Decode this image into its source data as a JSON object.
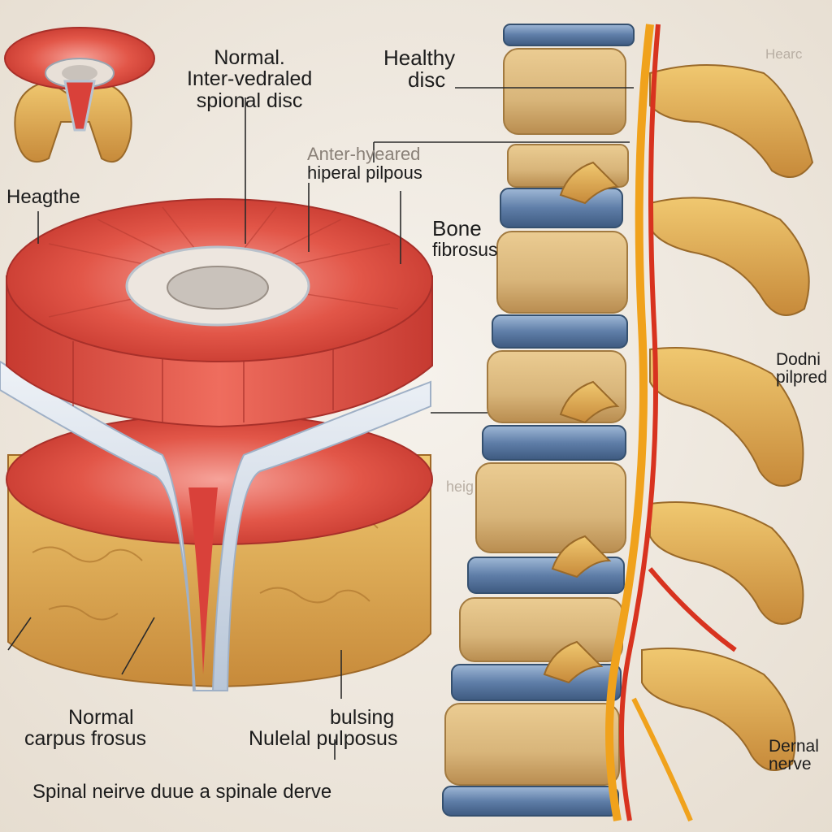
{
  "labels": {
    "top_title": [
      "Normal.",
      "Inter-vedraled",
      "spional disc"
    ],
    "healthy_disc": [
      "Healthy",
      "disc"
    ],
    "anter_hyeared": [
      "Anter-hyeared",
      "hiperal pilpous"
    ],
    "heagthe": "Heagthe",
    "bone_fibrosus": [
      "Bone",
      "fibrosus"
    ],
    "hearc": "Hearc",
    "dodni": [
      "Dodni",
      "pilpred"
    ],
    "heig": "heig",
    "normal_carpus": [
      "Normal",
      "carpus frosus"
    ],
    "bulging": [
      "bulsing",
      "Nulelal pulposus"
    ],
    "dernal_nerve": [
      "Dernal",
      "nerve"
    ],
    "spinal_nerve": "Spinal neirve duue a spinale derve"
  },
  "colors": {
    "background": "#efe9df",
    "annulus_red": "#d9413a",
    "annulus_light": "#f07a68",
    "nucleus": "#c9c2bb",
    "bone": "#d8b57a",
    "bone_dark": "#b68a4c",
    "disc_blue": "#5f7ea8",
    "nerve_red": "#d8331f",
    "nerve_yellow": "#f0a21c"
  }
}
